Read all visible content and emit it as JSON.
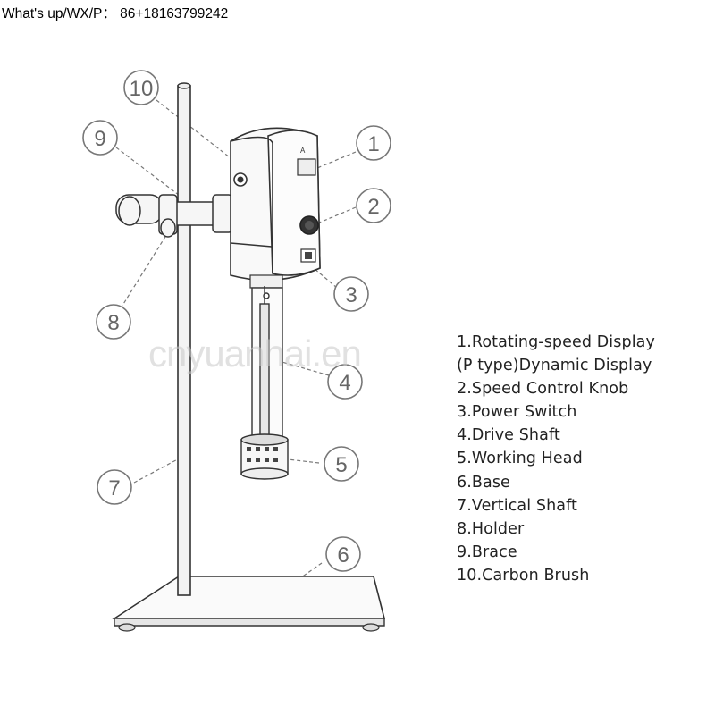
{
  "contact": "What's up/WX/P： 86+18163799242",
  "watermark": "cnyuanhai.en",
  "callouts": [
    "1",
    "2",
    "3",
    "4",
    "5",
    "6",
    "7",
    "8",
    "9",
    "10"
  ],
  "legend": [
    "1.Rotating-speed Display",
    "(P type)Dynamic Display",
    "2.Speed Control Knob",
    "3.Power Switch",
    "4.Drive Shaft",
    "5.Working Head",
    "6.Base",
    "7.Vertical Shaft",
    "8.Holder",
    "9.Brace",
    "10.Carbon Brush"
  ]
}
